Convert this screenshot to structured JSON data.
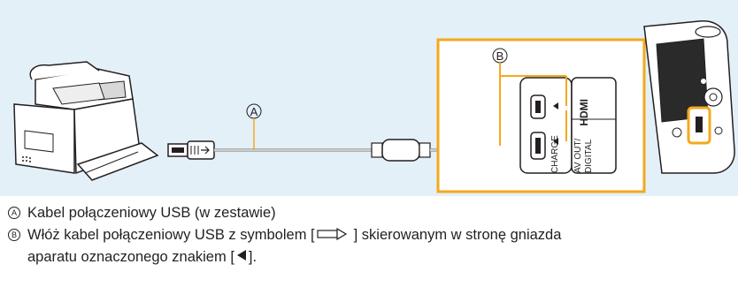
{
  "diagram": {
    "callout_a": "A",
    "callout_b": "B",
    "port_hdmi": "HDMI",
    "port_av_line1": "AV OUT/",
    "port_av_line2": "DIGITAL",
    "port_charge": "CHARGE",
    "colors": {
      "panel_background": "#e3f0f8",
      "frame_orange": "#f5a81c",
      "callout_line": "#f5a81c",
      "text": "#231f20"
    }
  },
  "legend": {
    "items": [
      {
        "badge": "A",
        "text": "Kabel połączeniowy USB (w zestawie)"
      },
      {
        "badge": "B",
        "text_before_symbol": "Włóż kabel połączeniowy USB z symbolem [",
        "symbol_icon": "usb-plug-arrow-icon",
        "text_after_symbol": "] skierowanym w stronę gniazda",
        "line2_before": "aparatu oznaczonego znakiem [",
        "line2_icon": "left-triangle-icon",
        "line2_after": "]."
      }
    ]
  }
}
